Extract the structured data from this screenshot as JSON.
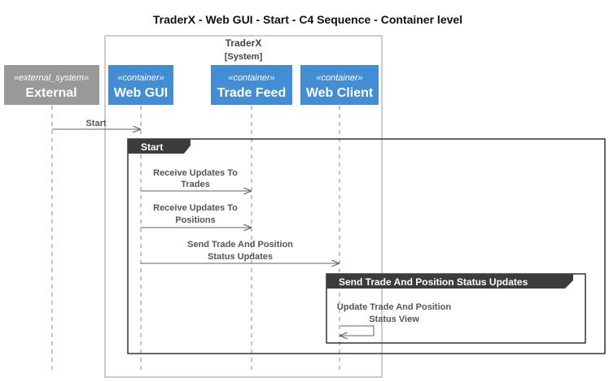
{
  "title": "TraderX - Web GUI - Start - C4 Sequence - Container level",
  "boundary": {
    "name": "TraderX",
    "type": "[System]"
  },
  "participants": [
    {
      "stereotype": "«external_system»",
      "name": "External",
      "color": "#999999"
    },
    {
      "stereotype": "«container»",
      "name": "Web GUI",
      "color": "#438DD5"
    },
    {
      "stereotype": "«container»",
      "name": "Trade Feed",
      "color": "#438DD5"
    },
    {
      "stereotype": "«container»",
      "name": "Web Client",
      "color": "#438DD5"
    }
  ],
  "messages": [
    {
      "lines": [
        "Start"
      ]
    },
    {
      "lines": [
        "Receive Updates To",
        "Trades"
      ]
    },
    {
      "lines": [
        "Receive Updates To",
        "Positions"
      ]
    },
    {
      "lines": [
        "Send Trade And Position",
        "Status Updates"
      ]
    },
    {
      "lines": [
        "Update Trade And Position",
        "Status View"
      ]
    }
  ],
  "groups": [
    {
      "label": "Start"
    },
    {
      "label": "Send Trade And Position Status Updates"
    }
  ],
  "colors": {
    "container": "#438DD5",
    "external": "#999999",
    "group_header": "#3C3C3C",
    "line": "#666666"
  }
}
